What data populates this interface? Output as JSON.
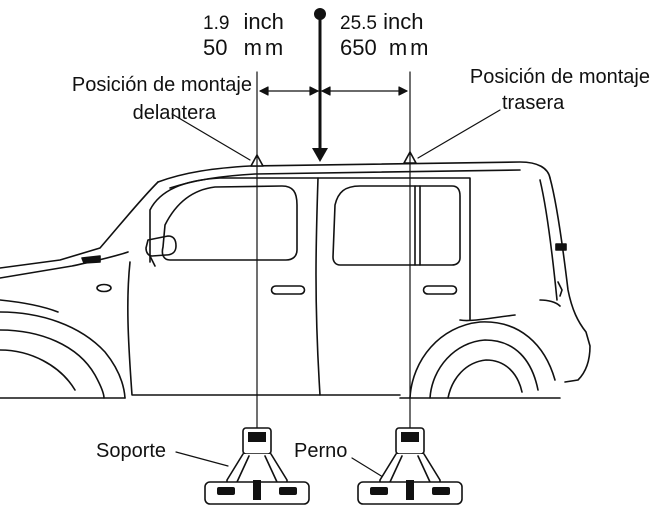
{
  "dimensions": {
    "front": {
      "inch_value": "1.9",
      "inch_unit": "inch",
      "mm_value": "50",
      "mm_unit": "mm"
    },
    "rear": {
      "inch_value": "25.5",
      "inch_unit": "inch",
      "mm_value": "650",
      "mm_unit": "mm"
    }
  },
  "labels": {
    "front_mount_line1": "Posición de montaje",
    "front_mount_line2": "delantera",
    "rear_mount_line1": "Posición de montaje",
    "rear_mount_line2": "trasera",
    "bracket": "Soporte",
    "bolt": "Perno"
  },
  "colors": {
    "ink": "#111111",
    "background": "#ffffff"
  },
  "icons": [
    "car-side-outline",
    "mounting-bracket",
    "reference-arrow"
  ]
}
